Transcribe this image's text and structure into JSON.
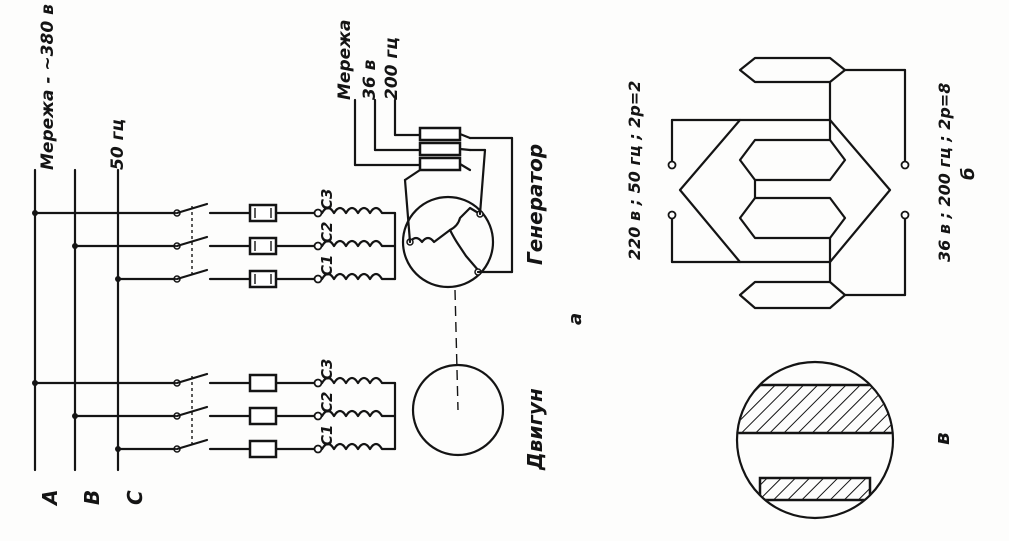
{
  "labels": {
    "phase_a": "A",
    "phase_b": "B",
    "phase_c": "C",
    "network_main": "Мережа - ~380 в",
    "network_freq": "50 гц",
    "net_small_title": "Мережа",
    "net_small_v": "36 в",
    "net_small_f": "200 гц",
    "c1_top": "C1",
    "c2_top": "C2",
    "c3_top": "C3",
    "c1_bot": "C1",
    "c2_bot": "C2",
    "c3_bot": "C3",
    "generator": "Генератор",
    "motor": "Двигун",
    "fig_a": "а",
    "fig_b": "б",
    "fig_v": "в",
    "winding_left": "220 в ; 50 гц ; 2р=2",
    "winding_right": "36 в ; 200 гц ; 2р=8"
  }
}
